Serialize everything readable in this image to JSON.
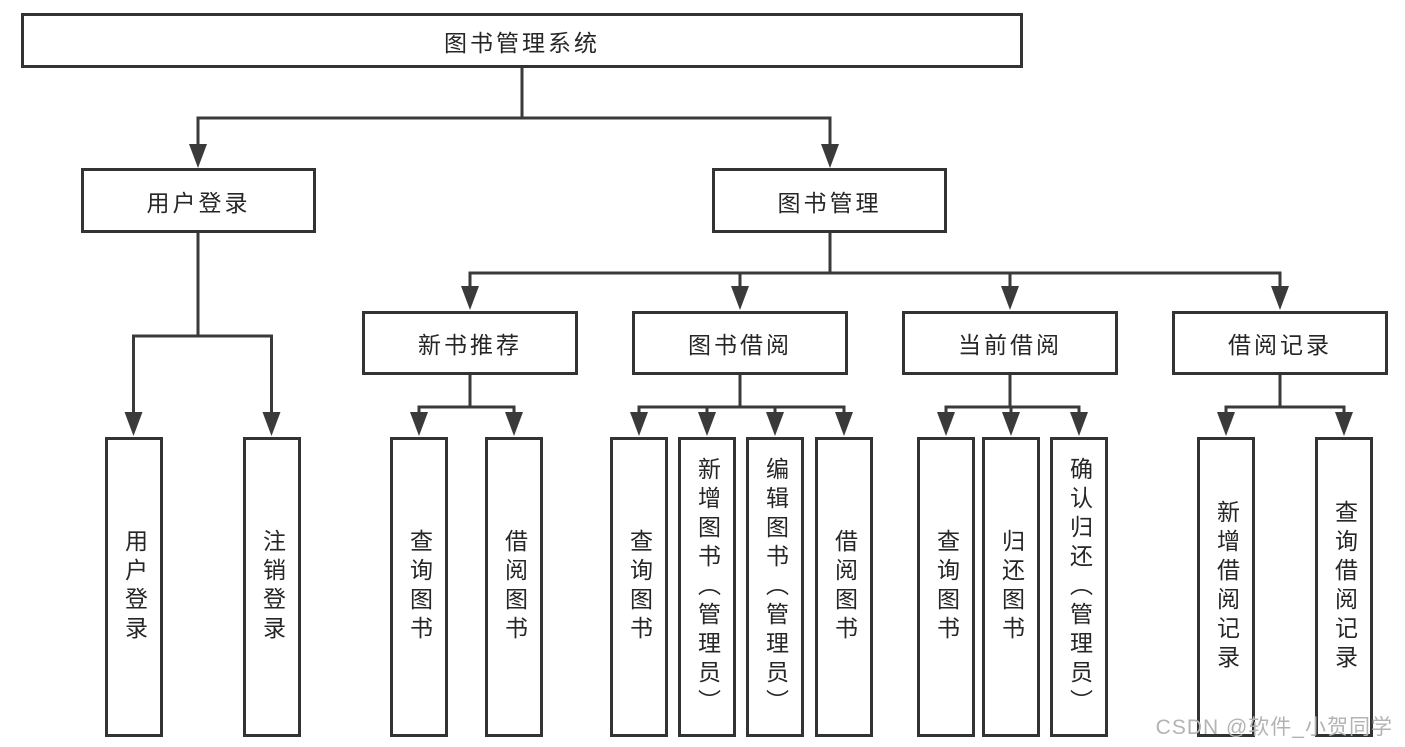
{
  "diagram": {
    "root": {
      "label": "图书管理系统"
    },
    "level2": {
      "user_login": {
        "label": "用户登录"
      },
      "book_management": {
        "label": "图书管理"
      }
    },
    "level3": {
      "new_book_recommend": {
        "label": "新书推荐"
      },
      "book_borrow": {
        "label": "图书借阅"
      },
      "current_borrow": {
        "label": "当前借阅"
      },
      "borrow_records": {
        "label": "借阅记录"
      }
    },
    "leaves": {
      "user_login": [
        "用户登录",
        "注销登录"
      ],
      "new_book_recommend": [
        "查询图书",
        "借阅图书"
      ],
      "book_borrow": [
        "查询图书",
        "新增图书（管理员）",
        "编辑图书（管理员）",
        "借阅图书"
      ],
      "current_borrow": [
        "查询图书",
        "归还图书",
        "确认归还（管理员）"
      ],
      "borrow_records": [
        "新增借阅记录",
        "查询借阅记录"
      ]
    },
    "watermark": "CSDN @软件_小贺同学",
    "colors": {
      "line": "#3a3a3a",
      "border": "#333333",
      "text": "#262626",
      "watermark": "#b3b3b3",
      "background": "#ffffff"
    }
  }
}
